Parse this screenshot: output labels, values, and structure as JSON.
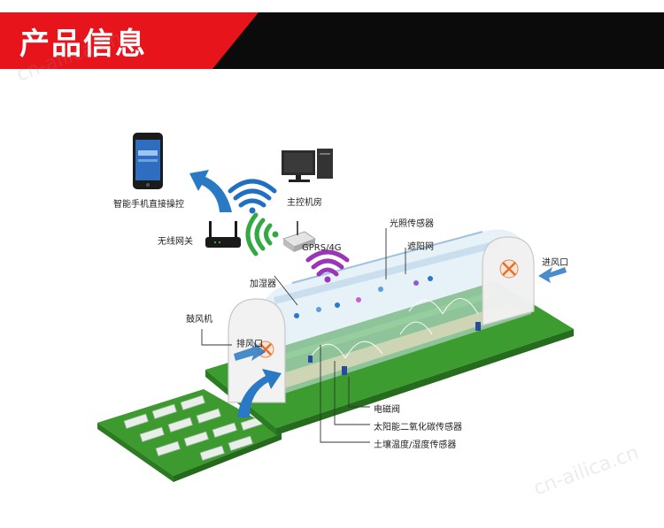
{
  "header": {
    "title": "产品信息"
  },
  "labels": {
    "smartphone": "智能手机直接操控",
    "control_room": "主控机房",
    "wireless_gateway": "无线网关",
    "gprs": "GPRS/4G",
    "light_sensor": "光照传感器",
    "shade_net": "遮阳网",
    "air_inlet": "进风口",
    "humidifier": "加湿器",
    "blower": "鼓风机",
    "exhaust": "排风口",
    "solenoid_valve": "电磁阀",
    "co2_sensor": "太阳能二氧化碳传感器",
    "soil_sensor": "土壤温度/湿度传感器"
  },
  "watermarks": {
    "top": "cn-ailica.cn",
    "bottom": "cn-ailica.cn"
  },
  "colors": {
    "header_red": "#e8141c",
    "header_black": "#0b0b0b",
    "arrow_blue": "#2a79c4",
    "wifi_blue": "#1f6fc2",
    "wifi_green": "#33a944",
    "wifi_purple": "#9b35b8",
    "grass": "#3e9a2e",
    "soil": "#c9c06a"
  },
  "icons": [
    "smartphone-icon",
    "computer-icon",
    "router-icon",
    "gprs-module-icon",
    "wifi-icon",
    "arrow-icon",
    "fan-icon",
    "greenhouse-icon"
  ]
}
